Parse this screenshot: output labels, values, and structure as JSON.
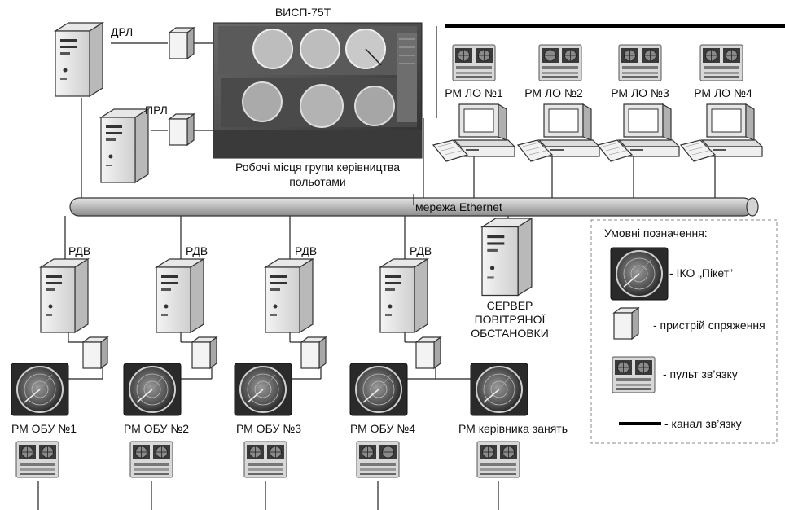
{
  "top": {
    "dpl_label": "ДРЛ",
    "prl_label": "ПРЛ",
    "visp_label": "ВИСП-75Т",
    "photo_caption_1": "Робочі місця групи керівництва",
    "photo_caption_2": "польотами"
  },
  "network": {
    "label": "мережа Ethernet"
  },
  "lo_workstations": [
    "РМ ЛО №1",
    "РМ ЛО №2",
    "РМ ЛО №3",
    "РМ ЛО №4"
  ],
  "rdv_label": "РДВ",
  "obu_workstations": [
    "РМ ОБУ №1",
    "РМ ОБУ №2",
    "РМ ОБУ №3",
    "РМ ОБУ №4"
  ],
  "instructor_label": "РМ керівника занять",
  "server_label": [
    "СЕРВЕР",
    "ПОВІТРЯНОЇ",
    "ОБСТАНОВКИ"
  ],
  "legend": {
    "title": "Умовні позначення:",
    "iko": "- ІКО „Пікет”",
    "interface": "- пристрій спряження",
    "console": "- пульт зв’язку",
    "channel": "- канал зв’язку"
  }
}
